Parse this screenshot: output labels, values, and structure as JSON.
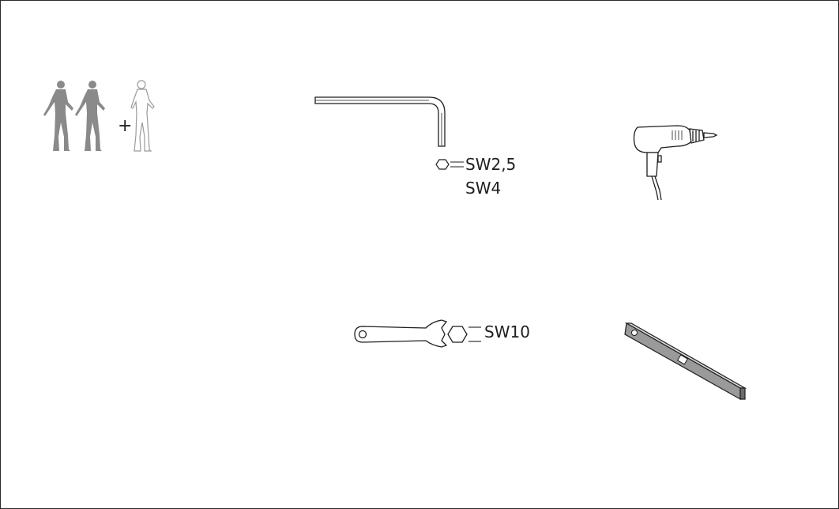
{
  "people": {
    "plus_sign": "+",
    "icons": [
      "person-silhouette-icon",
      "person-silhouette-icon",
      "person-outline-icon"
    ],
    "colors": {
      "silhouette": "#8a8a8a",
      "outline": "#9a9a9a"
    }
  },
  "hex_key": {
    "icon": "allen-key-icon",
    "sizes": [
      "SW2,5",
      "SW4"
    ]
  },
  "drill": {
    "icon": "power-drill-icon"
  },
  "wrench": {
    "icon": "open-end-wrench-icon",
    "size": "SW10"
  },
  "level": {
    "icon": "spirit-level-icon"
  },
  "colors": {
    "line": "#1f1f1f",
    "background": "#ffffff"
  }
}
